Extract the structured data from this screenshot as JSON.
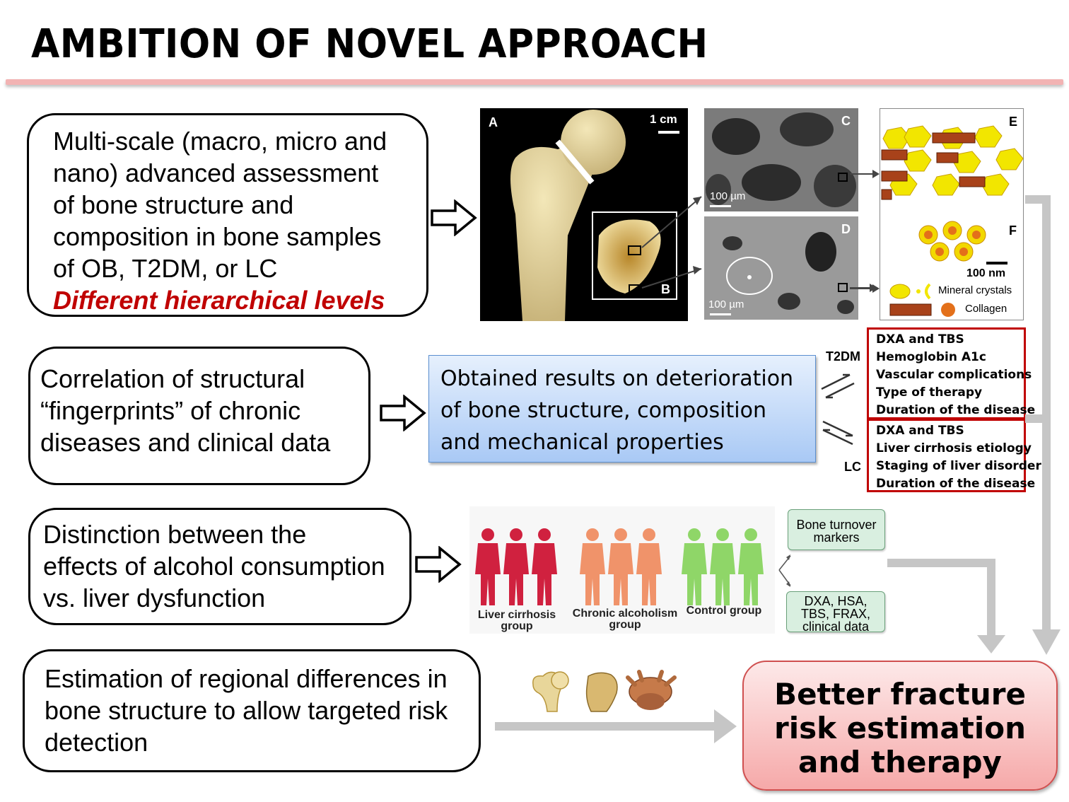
{
  "title": "AMBITION OF NOVEL APPROACH",
  "box1": {
    "lines": [
      "Multi-scale (macro, micro and",
      "nano) advanced assessment",
      "of bone structure and",
      "composition in bone samples",
      "of OB, T2DM, or LC"
    ],
    "emphasis": "Different hierarchical levels"
  },
  "box2": {
    "lines": [
      "Correlation of structural",
      "“fingerprints” of chronic",
      "diseases and clinical data"
    ]
  },
  "box3": {
    "lines": [
      "Distinction between the",
      "effects of alcohol consumption",
      "vs. liver dysfunction"
    ]
  },
  "box4": {
    "lines": [
      "Estimation of regional differences in",
      "bone structure to allow targeted risk",
      "detection"
    ]
  },
  "obtained": {
    "lines": [
      "Obtained results on deterioration",
      "of bone structure, composition",
      "and mechanical properties"
    ]
  },
  "panels": {
    "a": {
      "label": "A",
      "scale": "1 cm"
    },
    "b": {
      "label": "B"
    },
    "c": {
      "label": "C",
      "scale": "100 µm"
    },
    "d": {
      "label": "D",
      "scale": "100 µm"
    },
    "e": {
      "label": "E"
    },
    "f": {
      "label": "F",
      "scale": "100 nm",
      "legend_mineral": "Mineral crystals",
      "legend_collagen": "Collagen"
    }
  },
  "t2dm": {
    "label": "T2DM",
    "items": [
      "DXA and TBS",
      "Hemoglobin A1c",
      "Vascular complications",
      "Type of therapy",
      "Duration of the disease"
    ]
  },
  "lc": {
    "label": "LC",
    "items": [
      "DXA and TBS",
      "Liver cirrhosis etiology",
      "Staging of liver disorder",
      "Duration of the disease"
    ]
  },
  "groups": {
    "liver": [
      "Liver cirrhosis",
      "group"
    ],
    "alcohol": [
      "Chronic alcoholism",
      "group"
    ],
    "control": [
      "Control group"
    ],
    "turnover": [
      "Bone turnover",
      "markers"
    ],
    "clinical": [
      "DXA, HSA,",
      "TBS, FRAX,",
      "clinical data"
    ]
  },
  "colors": {
    "liver": "#d0213f",
    "alcohol": "#f0936a",
    "control": "#8fd668",
    "accent_red": "#c00000",
    "arrow_gray": "#c6c6c6"
  },
  "better": {
    "lines": [
      "Better fracture",
      "risk estimation",
      "and therapy"
    ]
  }
}
